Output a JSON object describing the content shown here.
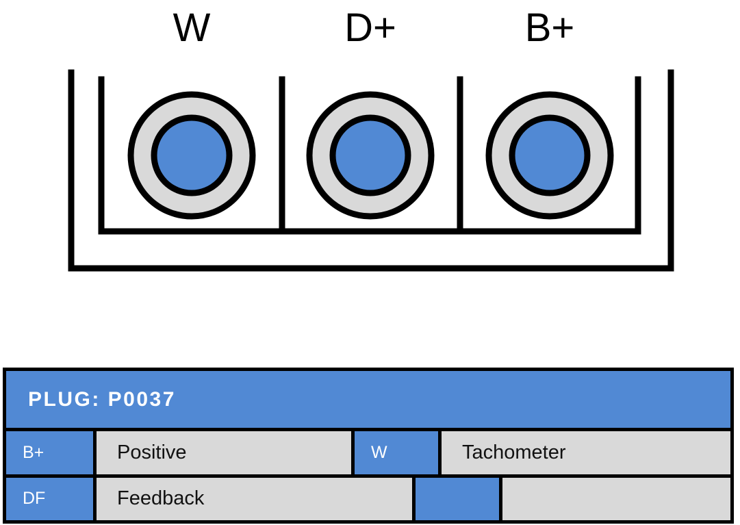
{
  "diagram": {
    "name": "alternator-plug-connector",
    "terminals": [
      {
        "label": "W",
        "name": "terminal-w"
      },
      {
        "label": "D+",
        "name": "terminal-d-plus"
      },
      {
        "label": "B+",
        "name": "terminal-b-plus"
      }
    ],
    "colors": {
      "outline": "#000000",
      "ring": "#D9D9D9",
      "pin": "#5189D4",
      "background": "#FFFFFF"
    }
  },
  "table": {
    "header": {
      "title": "PLUG: P0037"
    },
    "colors": {
      "header_bg": "#5189D4",
      "header_text": "#FFFFFF",
      "label_bg": "#5189D4",
      "label_text": "#FFFFFF",
      "value_bg": "#D9D9D9",
      "value_text": "#111111",
      "border": "#000000"
    },
    "rows": [
      {
        "left_label": "B+",
        "left_value": "Positive",
        "right_label": "W",
        "right_value": "Tachometer"
      },
      {
        "left_label": "DF",
        "left_value": "Feedback",
        "right_label": "",
        "right_value": ""
      }
    ]
  }
}
